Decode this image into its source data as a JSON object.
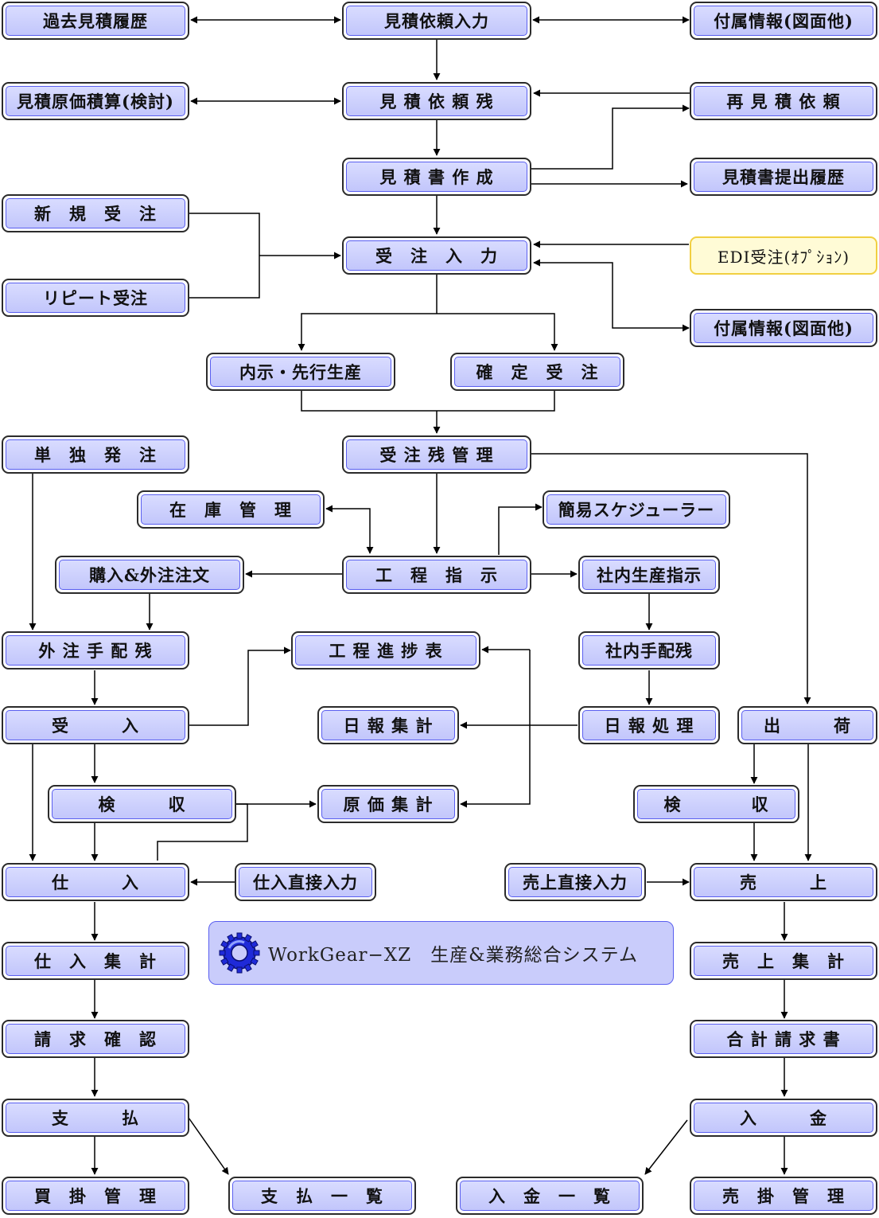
{
  "nodes": {
    "past_estimate_history": "過去見積履歴",
    "estimate_request_input": "見積依頼入力",
    "attached_info_top": "付属情報(図面他)",
    "estimate_cost_calc": "見積原価積算(検討)",
    "estimate_request_backlog": "見 積 依 頼 残",
    "re_estimate_request": "再 見 積 依 頼",
    "estimate_creation": "見 積 書 作 成",
    "estimate_submit_history": "見積書提出履歴",
    "new_order": "新　規　受　注",
    "order_input": "受　注　入　力",
    "edi_order": "EDI受注(ｵﾌﾟｼｮﾝ)",
    "repeat_order": "リピート受注",
    "attached_info_mid": "付属情報(図面他)",
    "provisional_production": "内示・先行生産",
    "confirmed_order": "確　定　受　注",
    "standalone_order": "単　独　発　注",
    "order_backlog_mgmt": "受 注 残 管 理",
    "inventory_mgmt": "在　庫　管　理",
    "simple_scheduler": "簡易スケジューラー",
    "purchase_outsource_order": "購入&外注注文",
    "process_instruction": "工　程　指　示",
    "inhouse_production": "社内生産指示",
    "outsource_backlog": "外 注 手 配 残",
    "progress_table": "工 程 進 捗 表",
    "inhouse_backlog": "社内手配残",
    "receiving": "受　　　入",
    "daily_report_total": "日 報 集 計",
    "daily_report_process": "日 報 処 理",
    "shipping": "出　　　荷",
    "inspection_left": "検　　　収",
    "cost_total": "原 価 集 計",
    "inspection_right": "検　　　　収",
    "purchase": "仕　　　入",
    "purchase_direct_input": "仕入直接入力",
    "sales_direct_input": "売上直接入力",
    "sales": "売　　　上",
    "purchase_total": "仕　入　集　計",
    "sales_total": "売　上　集　計",
    "invoice_confirm": "請　求　確　認",
    "total_invoice": "合 計 請 求 書",
    "payment": "支　　　払",
    "receipt": "入　　　金",
    "payables_mgmt": "買　掛　管　理",
    "payment_list": "支　払　一　覧",
    "receipt_list": "入　金　一　覧",
    "receivables_mgmt": "売　掛　管　理"
  },
  "banner": {
    "title": "WorkGear−XZ　生産&業務総合システム",
    "icon": "gear-icon"
  },
  "colors": {
    "box_fill": "#c2c6fb",
    "box_border": "#5a5ff0",
    "edi_fill": "#fffbd6",
    "edi_border": "#f1cf41",
    "line": "#000000"
  }
}
